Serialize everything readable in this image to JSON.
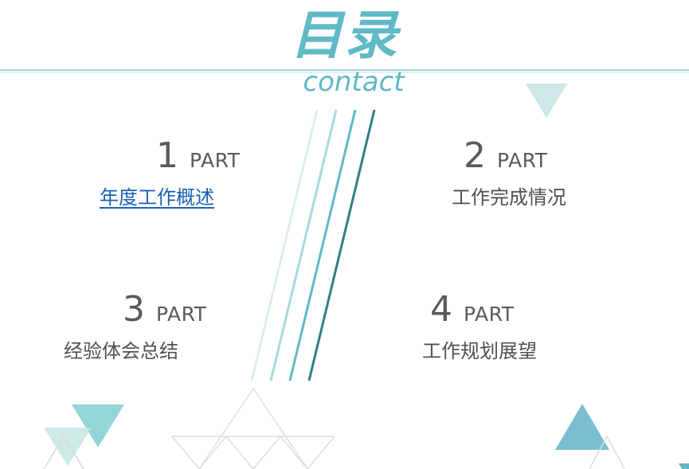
{
  "header": {
    "title": "目录",
    "subtitle": "contact"
  },
  "parts": [
    {
      "number": "1",
      "suffix": "PART",
      "label": "年度工作概述"
    },
    {
      "number": "2",
      "suffix": "PART",
      "label": "工作完成情况"
    },
    {
      "number": "3",
      "suffix": "PART",
      "label": "经验体会总结"
    },
    {
      "number": "4",
      "suffix": "PART",
      "label": "工作规划展望"
    }
  ],
  "colors": {
    "accent": "#5fb9c6",
    "accent_dark": "#2f7f86",
    "link": "#1a60b6",
    "text": "#505050"
  }
}
